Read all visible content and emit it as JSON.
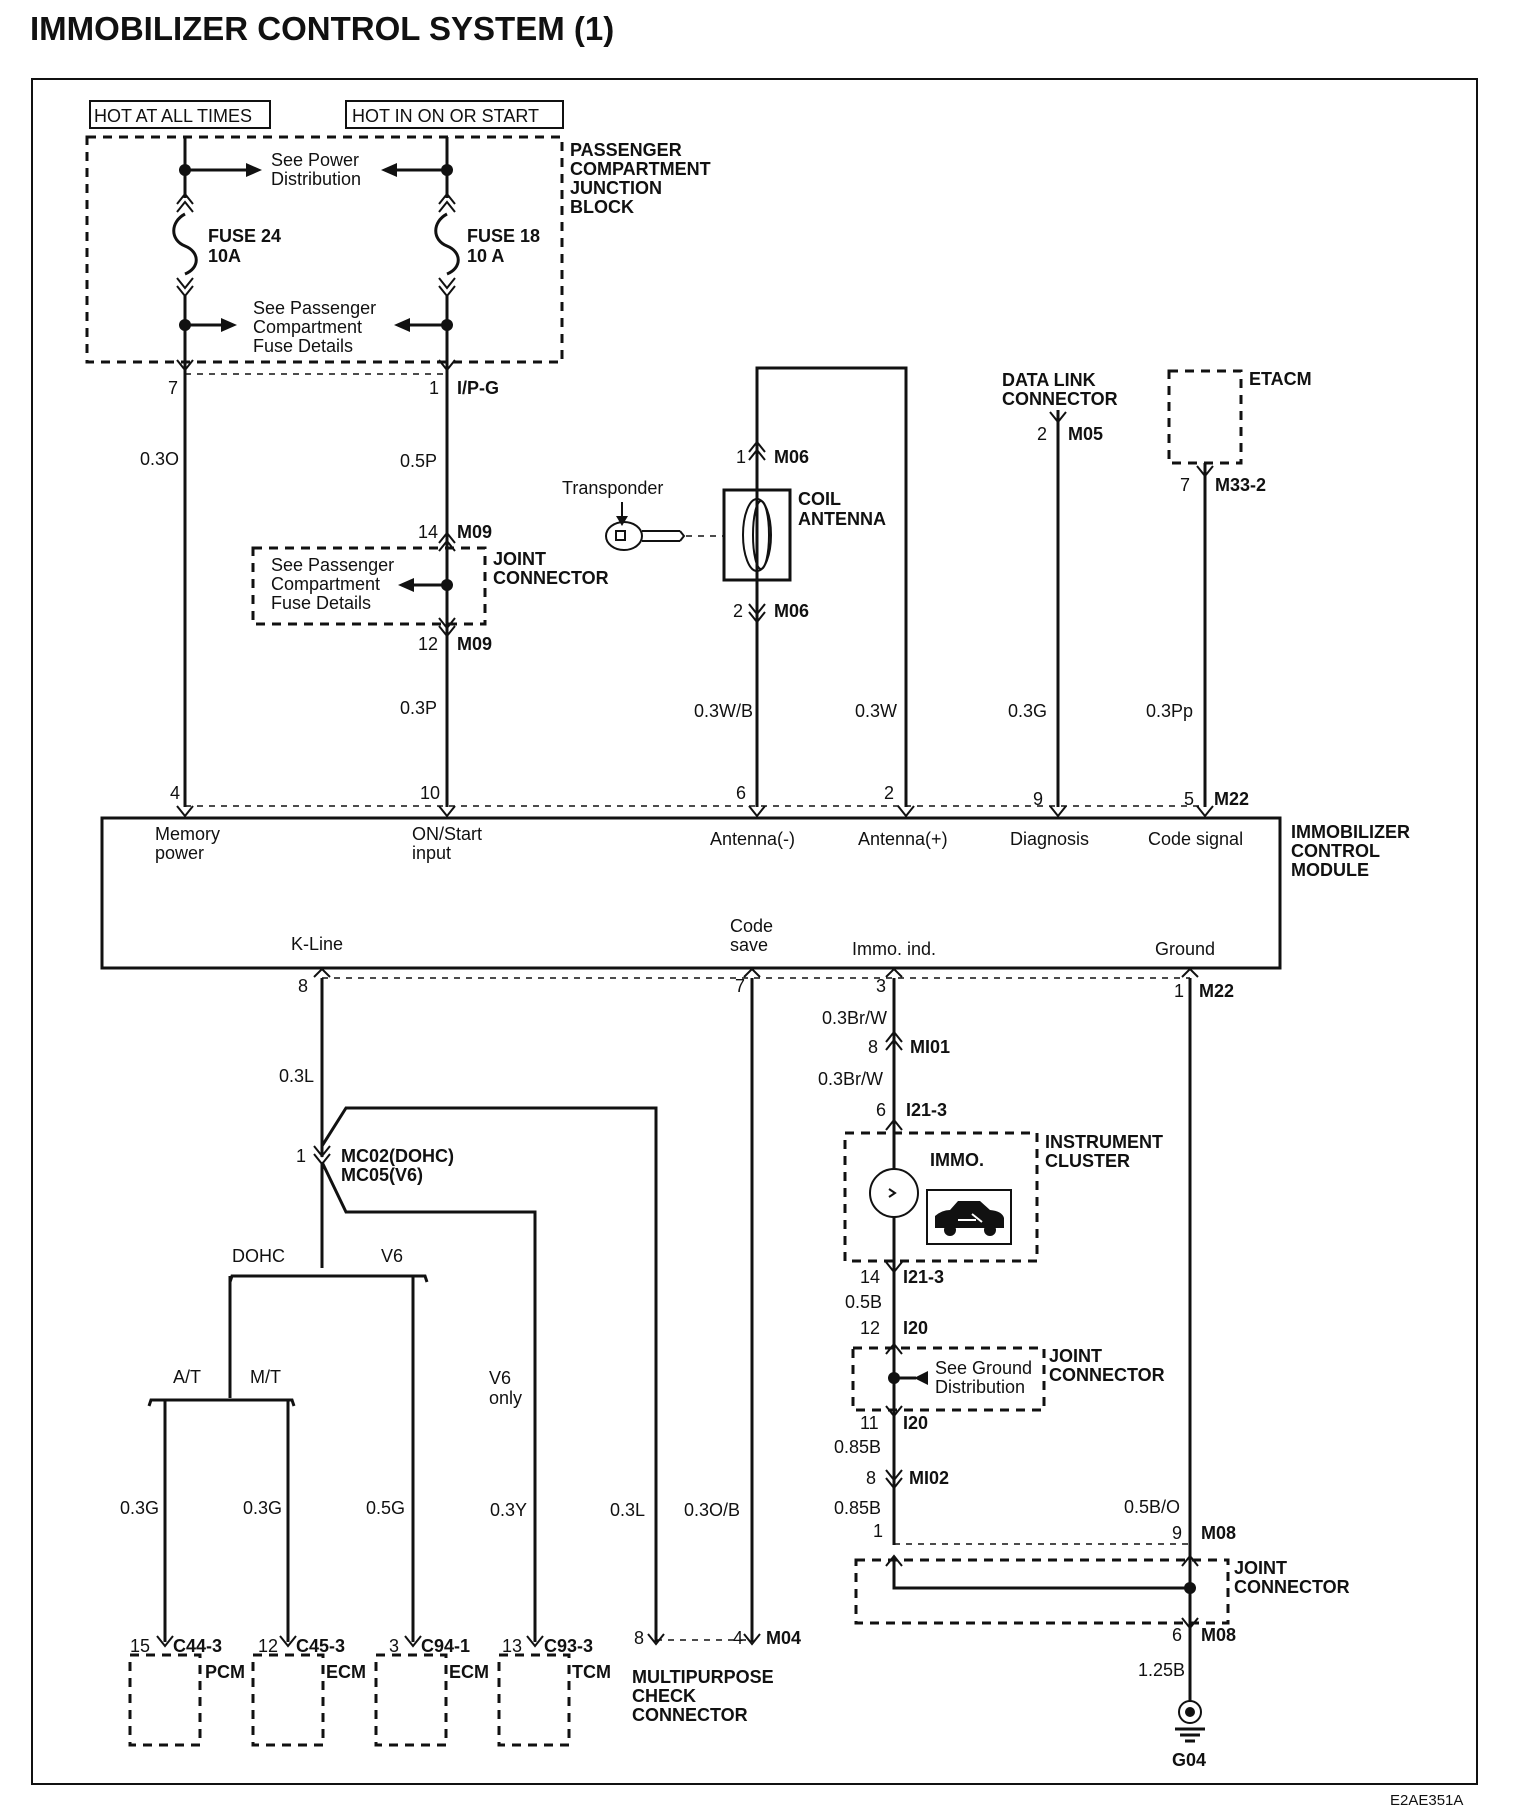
{
  "title": "IMMOBILIZER CONTROL SYSTEM (1)",
  "figure_code": "E2AE351A",
  "power_labels": {
    "hot_at_all_times": "HOT AT ALL TIMES",
    "hot_in_on_or_start": "HOT IN ON OR START"
  },
  "junction_block": {
    "name": [
      "PASSENGER",
      "COMPARTMENT",
      "JUNCTION",
      "BLOCK"
    ],
    "see_power": [
      "See Power",
      "Distribution"
    ],
    "see_fuse_details": [
      "See Passenger",
      "Compartment",
      "Fuse Details"
    ],
    "fuse24": [
      "FUSE 24",
      "10A"
    ],
    "fuse18": [
      "FUSE 18",
      "10 A"
    ],
    "pin_left": "7",
    "pin_right": "1",
    "connector_right": "I/P-G"
  },
  "wires_top": {
    "memory": "0.3O",
    "onstart_upper": "0.5P",
    "onstart_lower": "0.3P",
    "antenna_neg": "0.3W/B",
    "antenna_pos": "0.3W",
    "diagnosis": "0.3G",
    "code_signal": "0.3Pp"
  },
  "joint_connector_top": {
    "name": [
      "JOINT",
      "CONNECTOR"
    ],
    "see_fuse_details": [
      "See Passenger",
      "Compartment",
      "Fuse Details"
    ],
    "pin_in": "14",
    "pin_out": "12",
    "connector": "M09"
  },
  "coil_antenna": {
    "name": [
      "COIL",
      "ANTENNA"
    ],
    "transponder": "Transponder",
    "pin1": "1",
    "pin2": "2",
    "connector": "M06"
  },
  "data_link": {
    "name": [
      "DATA LINK",
      "CONNECTOR"
    ],
    "pin": "2",
    "connector": "M05"
  },
  "etacm": {
    "name": "ETACM",
    "pin": "7",
    "connector": "M33-2"
  },
  "module": {
    "name": [
      "IMMOBILIZER",
      "CONTROL",
      "MODULE"
    ],
    "connector": "M22",
    "top_pins": [
      {
        "pin": "4",
        "label": [
          "Memory",
          "power"
        ]
      },
      {
        "pin": "10",
        "label": [
          "ON/Start",
          "input"
        ]
      },
      {
        "pin": "6",
        "label": [
          "Antenna(-)"
        ]
      },
      {
        "pin": "2",
        "label": [
          "Antenna(+)"
        ]
      },
      {
        "pin": "9",
        "label": [
          "Diagnosis"
        ]
      },
      {
        "pin": "5",
        "label": [
          "Code signal"
        ]
      }
    ],
    "bottom_pins": [
      {
        "pin": "8",
        "label": [
          "K-Line"
        ]
      },
      {
        "pin": "7",
        "label": [
          "Code",
          "save"
        ]
      },
      {
        "pin": "3",
        "label": [
          "Immo. ind."
        ]
      },
      {
        "pin": "1",
        "label": [
          "Ground"
        ]
      }
    ]
  },
  "kline": {
    "wire": "0.3L",
    "pin": "1",
    "connector": [
      "MC02(DOHC)",
      "MC05(V6)"
    ],
    "branch_dohc": "DOHC",
    "branch_v6": "V6",
    "branch_at": "A/T",
    "branch_mt": "M/T",
    "v6_only": [
      "V6",
      "only"
    ],
    "wire_at": "0.3G",
    "wire_mt": "0.3G",
    "wire_v6": "0.5G",
    "wire_tcm": "0.3Y",
    "wire_mpc": "0.3L"
  },
  "ecus": [
    {
      "pin": "15",
      "connector": "C44-3",
      "name": "PCM"
    },
    {
      "pin": "12",
      "connector": "C45-3",
      "name": "ECM"
    },
    {
      "pin": "3",
      "connector": "C94-1",
      "name": "ECM"
    },
    {
      "pin": "13",
      "connector": "C93-3",
      "name": "TCM"
    }
  ],
  "code_save_wire": "0.3O/B",
  "mpc": {
    "name": [
      "MULTIPURPOSE",
      "CHECK",
      "CONNECTOR"
    ],
    "pin_kline": "8",
    "pin_code": "4",
    "connector": "M04"
  },
  "immo_path": {
    "wire1": "0.3Br/W",
    "mi01_pin": "8",
    "mi01": "MI01",
    "wire2": "0.3Br/W",
    "cluster_in_pin": "6",
    "cluster_connector": "I21-3",
    "cluster_name": [
      "INSTRUMENT",
      "CLUSTER"
    ],
    "immo_label": "IMMO.",
    "cluster_out_pin": "14",
    "wire3": "0.5B",
    "i20_in_pin": "12",
    "i20": "I20",
    "joint_name": [
      "JOINT",
      "CONNECTOR"
    ],
    "see_ground": [
      "See Ground",
      "Distribution"
    ],
    "i20_out_pin": "11",
    "wire4": "0.85B",
    "mi02_pin": "8",
    "mi02": "MI02",
    "wire5": "0.85B",
    "m08_in_pin": "1"
  },
  "ground_path": {
    "wire": "0.5B/O",
    "pin_in": "9",
    "connector": "M08",
    "joint_name": [
      "JOINT",
      "CONNECTOR"
    ],
    "pin_out": "6",
    "wire_out": "1.25B",
    "ground": "G04"
  }
}
